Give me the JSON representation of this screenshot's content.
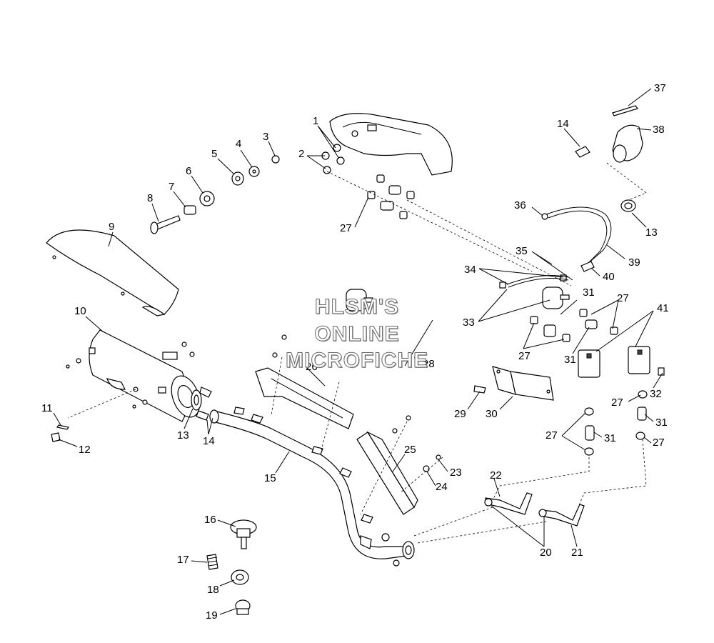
{
  "watermark": {
    "line1": "HLSM'S",
    "line2": "ONLINE",
    "line3": "MICROFICHE"
  },
  "callouts": [
    {
      "id": "c1",
      "label": "1"
    },
    {
      "id": "c2",
      "label": "2"
    },
    {
      "id": "c3",
      "label": "3"
    },
    {
      "id": "c4",
      "label": "4"
    },
    {
      "id": "c5",
      "label": "5"
    },
    {
      "id": "c6",
      "label": "6"
    },
    {
      "id": "c7",
      "label": "7"
    },
    {
      "id": "c8",
      "label": "8"
    },
    {
      "id": "c9",
      "label": "9"
    },
    {
      "id": "c10",
      "label": "10"
    },
    {
      "id": "c11",
      "label": "11"
    },
    {
      "id": "c12",
      "label": "12"
    },
    {
      "id": "c13a",
      "label": "13"
    },
    {
      "id": "c13b",
      "label": "13"
    },
    {
      "id": "c14a",
      "label": "14"
    },
    {
      "id": "c14b",
      "label": "14"
    },
    {
      "id": "c15",
      "label": "15"
    },
    {
      "id": "c16",
      "label": "16"
    },
    {
      "id": "c17",
      "label": "17"
    },
    {
      "id": "c18",
      "label": "18"
    },
    {
      "id": "c19",
      "label": "19"
    },
    {
      "id": "c20",
      "label": "20"
    },
    {
      "id": "c21",
      "label": "21"
    },
    {
      "id": "c22",
      "label": "22"
    },
    {
      "id": "c23",
      "label": "23"
    },
    {
      "id": "c24",
      "label": "24"
    },
    {
      "id": "c25",
      "label": "25"
    },
    {
      "id": "c26",
      "label": "26"
    },
    {
      "id": "c27a",
      "label": "27"
    },
    {
      "id": "c27b",
      "label": "27"
    },
    {
      "id": "c27c",
      "label": "27"
    },
    {
      "id": "c27d",
      "label": "27"
    },
    {
      "id": "c27e",
      "label": "27"
    },
    {
      "id": "c27f",
      "label": "27"
    },
    {
      "id": "c28",
      "label": "28"
    },
    {
      "id": "c29",
      "label": "29"
    },
    {
      "id": "c30",
      "label": "30"
    },
    {
      "id": "c31a",
      "label": "31"
    },
    {
      "id": "c31b",
      "label": "31"
    },
    {
      "id": "c31c",
      "label": "31"
    },
    {
      "id": "c31d",
      "label": "31"
    },
    {
      "id": "c32",
      "label": "32"
    },
    {
      "id": "c33",
      "label": "33"
    },
    {
      "id": "c34",
      "label": "34"
    },
    {
      "id": "c35",
      "label": "35"
    },
    {
      "id": "c36",
      "label": "36"
    },
    {
      "id": "c37",
      "label": "37"
    },
    {
      "id": "c38",
      "label": "38"
    },
    {
      "id": "c39",
      "label": "39"
    },
    {
      "id": "c40",
      "label": "40"
    },
    {
      "id": "c41",
      "label": "41"
    }
  ]
}
